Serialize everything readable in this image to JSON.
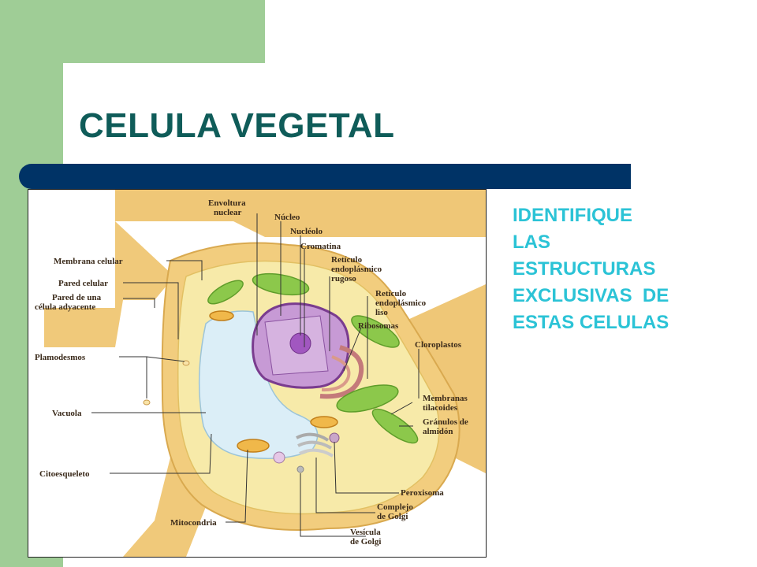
{
  "slide": {
    "title": "CELULA VEGETAL",
    "instructions": [
      "IDENTIFIQUE",
      "LAS",
      "ESTRUCTURAS",
      "EXCLUSIVAS  DE",
      "ESTAS CELULAS"
    ]
  },
  "diagram": {
    "labels": {
      "envoltura_nuclear_1": "Envoltura",
      "envoltura_nuclear_2": "nuclear",
      "nucleo": "Núcleo",
      "nucleolo": "Nucléolo",
      "cromatina": "Cromatina",
      "rer_1": "Retículo",
      "rer_2": "endoplásmico",
      "rer_3": "rugoso",
      "rel_1": "Retículo",
      "rel_2": "endoplásmico",
      "rel_3": "liso",
      "ribosomas": "Ribosomas",
      "cloroplastos": "Cloroplastos",
      "membranas_tilacoides_1": "Membranas",
      "membranas_tilacoides_2": "tilacoides",
      "granulos_1": "Gránulos de",
      "granulos_2": "almidón",
      "peroxisoma": "Peroxisoma",
      "golgi_1": "Complejo",
      "golgi_2": "de Golgi",
      "vesicula_1": "Vesícula",
      "vesicula_2": "de Golgi",
      "mitocondria": "Mitocondria",
      "citoesqueleto": "Citoesqueleto",
      "vacuola": "Vacuola",
      "plamodesmos": "Plamodesmos",
      "membrana_celular": "Membrana celular",
      "pared_celular": "Pared celular",
      "pared_adyacente_1": "Pared de una",
      "pared_adyacente_2": "célula adyacente"
    }
  },
  "colors": {
    "background_green": "#9fcd96",
    "title": "#0f5c59",
    "bar": "#003366",
    "instructions": "#2bc3d6",
    "cell_wall": "#f2cd7e",
    "cytoplasm": "#f7eaa9",
    "vacuole": "#dbeef7",
    "nucleus": "#b07ac4",
    "chloroplast": "#8cc84b"
  }
}
